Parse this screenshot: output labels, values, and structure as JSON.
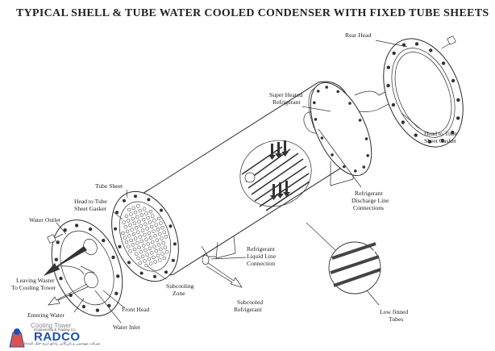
{
  "title": "TYPICAL SHELL & TUBE WATER COOLED CONDENSER WITH FIXED TUBE SHEETS",
  "labels": {
    "rear_head": "Rear Head",
    "super_heated_1": "Super Heated",
    "super_heated_2": "Refrigerant",
    "head_to_tube_right_1": "Head to Tube",
    "head_to_tube_right_2": "Sheet Gasket",
    "refrigerant_discharge_1": "Refrigerant",
    "refrigerant_discharge_2": "Discharge Line",
    "refrigerant_discharge_3": "Connections",
    "tube_sheet": "Tube Sheet",
    "head_to_tube_left_1": "Head to Tube",
    "head_to_tube_left_2": "Sheet Gasket",
    "water_outlet": "Water Outlet",
    "refrigerant_liquid_1": "Refrigerant",
    "refrigerant_liquid_2": "Liquid Line",
    "refrigerant_liquid_3": "Connection",
    "leaving_water_1": "Leaving Waster",
    "leaving_water_2": "To Cooling Tower",
    "subcooling_1": "Subcooling",
    "subcooling_2": "Zone",
    "subcooled_1": "Subcooled",
    "subcooled_2": "Refrigerant",
    "front_head": "Front Head",
    "entering_water_1": "Entering Water",
    "water_inlet": "Water Inlet",
    "low_finned_1": "Low finned",
    "low_finned_2": "Tubes"
  },
  "logo": {
    "brand": "RADCO",
    "sub_top": "Cooling Tower",
    "sub_line": "Engineering & Trading Co.",
    "farsi": "شرکت مهندسی و بازرگانی رادکو (برج خنک کننده)",
    "color": "#1e4fb0"
  },
  "colors": {
    "ink": "#2b2b2b",
    "paper": "#ffffff"
  }
}
